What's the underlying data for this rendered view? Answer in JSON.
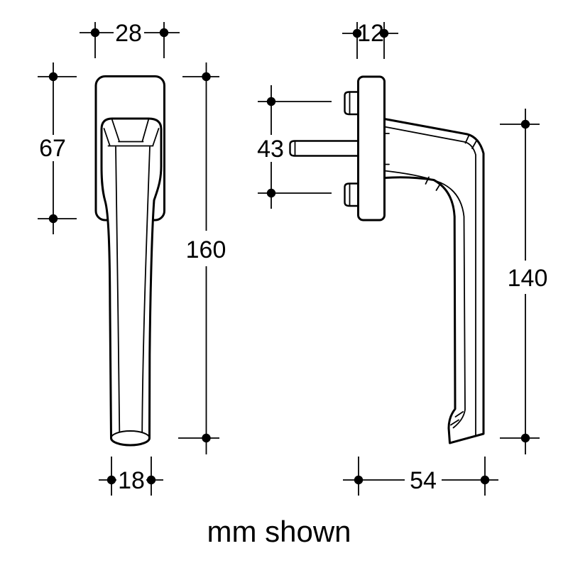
{
  "colors": {
    "ink": "#000000",
    "background": "#ffffff"
  },
  "caption": "mm shown",
  "front_view": {
    "dims": {
      "plate_width": "28",
      "plate_height": "67",
      "overall_length": "160",
      "grip_diameter": "18"
    }
  },
  "side_view": {
    "dims": {
      "plate_thickness": "12",
      "fixing_centres": "43",
      "handle_height": "140",
      "projection": "54"
    }
  }
}
